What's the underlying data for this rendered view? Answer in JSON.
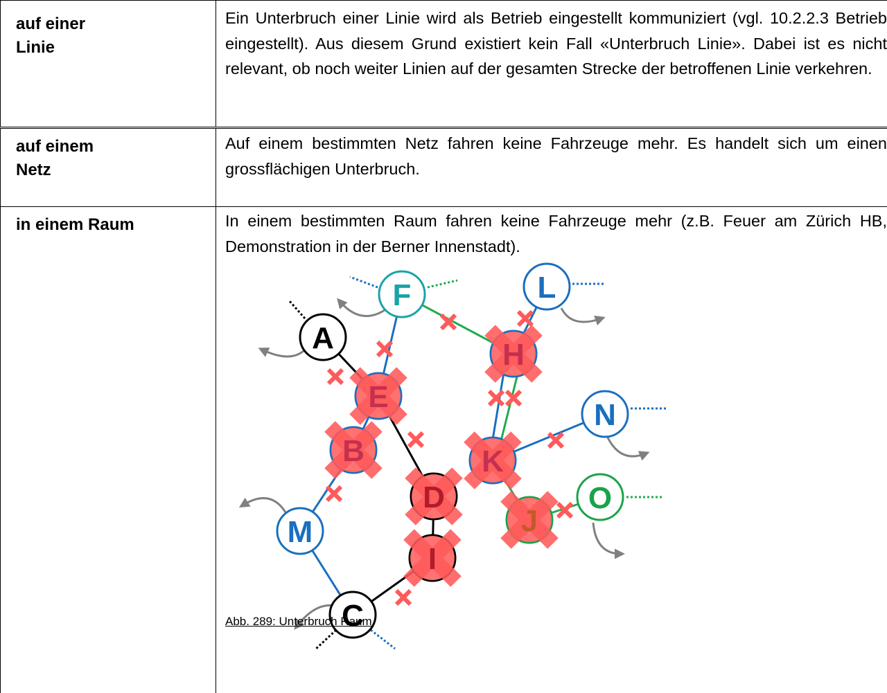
{
  "rows": [
    {
      "term": "auf einer\nLinie",
      "description": "Ein Unterbruch einer Linie wird als Betrieb eingestellt kommuniziert (vgl. 10.2.2.3 Betrieb eingestellt). Aus diesem Grund existiert kein Fall «Unter­bruch Linie». Dabei ist es nicht relevant, ob noch weiter Linien auf der ge­samten Strecke der betroffenen Linie verkehren."
    },
    {
      "term": "auf einem\nNetz",
      "description": "Auf einem bestimmten Netz fahren keine Fahrzeuge mehr. Es handelt sich um einen grossflächigen Unterbruch."
    },
    {
      "term": "in einem Raum",
      "description": "In einem bestimmten Raum fahren keine Fahrzeuge mehr (z.B. Feuer am Zürich HB, Demonstration in der Berner Innenstadt)."
    }
  ],
  "figure": {
    "caption": "Abb. 289: Unterbruch Raum",
    "nodes": [
      {
        "label": "A",
        "color": "#000000",
        "blocked": false
      },
      {
        "label": "B",
        "color": "#1a6fbf",
        "blocked": true
      },
      {
        "label": "C",
        "color": "#000000",
        "blocked": false
      },
      {
        "label": "D",
        "color": "#000000",
        "blocked": true
      },
      {
        "label": "E",
        "color": "#1a6fbf",
        "blocked": true
      },
      {
        "label": "F",
        "color": "#1aa3a8",
        "blocked": false
      },
      {
        "label": "H",
        "color": "#1a6fbf",
        "blocked": true
      },
      {
        "label": "I",
        "color": "#000000",
        "blocked": true
      },
      {
        "label": "J",
        "color": "#1aa34a",
        "blocked": true
      },
      {
        "label": "K",
        "color": "#1a6fbf",
        "blocked": true
      },
      {
        "label": "L",
        "color": "#1a6fbf",
        "blocked": false
      },
      {
        "label": "M",
        "color": "#1a6fbf",
        "blocked": false
      },
      {
        "label": "N",
        "color": "#1a6fbf",
        "blocked": false
      },
      {
        "label": "O",
        "color": "#1aa34a",
        "blocked": false
      }
    ],
    "colors": {
      "black_line": "#000000",
      "blue_line": "#1a6fbf",
      "green_line": "#22aa4e",
      "teal_node": "#1aa3a8",
      "blocked_fill": "#ff5a5a",
      "arrow": "#808080"
    }
  }
}
